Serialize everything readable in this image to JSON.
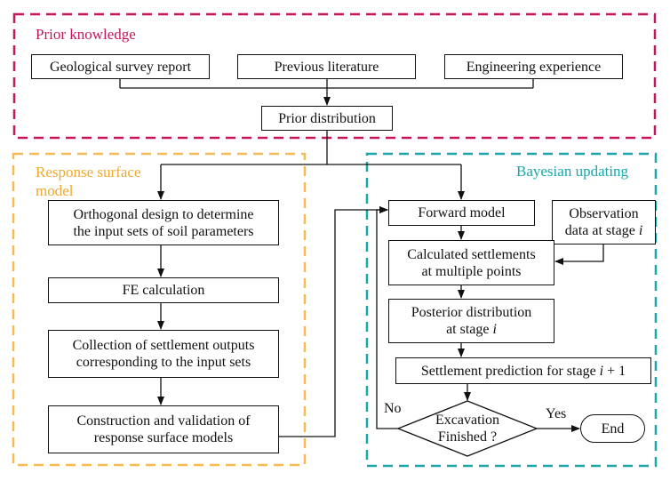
{
  "groups": {
    "prior_knowledge": "Prior knowledge",
    "response_surface": [
      "Response surface",
      "model"
    ],
    "bayesian_updating": "Bayesian updating"
  },
  "colors": {
    "prior": "#c2185b",
    "response": "#f7b955",
    "bayesian": "#19a7a7",
    "line": "#111111"
  },
  "nodes": {
    "geological_survey": "Geological survey report",
    "previous_literature": "Previous literature",
    "engineering_experience": "Engineering experience",
    "prior_distribution": "Prior distribution",
    "orthogonal_design": [
      "Orthogonal design to determine",
      "the input sets of soil parameters"
    ],
    "fe_calculation": "FE calculation",
    "collection_outputs": [
      "Collection of settlement outputs",
      "corresponding to the input sets"
    ],
    "construction_validation": [
      "Construction and validation of",
      "response surface models"
    ],
    "forward_model": "Forward model",
    "observation_data": [
      "Observation",
      "data at stage ",
      "i"
    ],
    "calculated_settlements": [
      "Calculated settlements",
      "at multiple points"
    ],
    "posterior_distribution": [
      "Posterior distribution",
      "at stage ",
      "i"
    ],
    "settlement_prediction": [
      "Settlement prediction for stage ",
      "i",
      " + 1"
    ],
    "decision": [
      "Excavation",
      "Finished ?"
    ],
    "end": "End"
  },
  "edge_labels": {
    "no": "No",
    "yes": "Yes"
  }
}
